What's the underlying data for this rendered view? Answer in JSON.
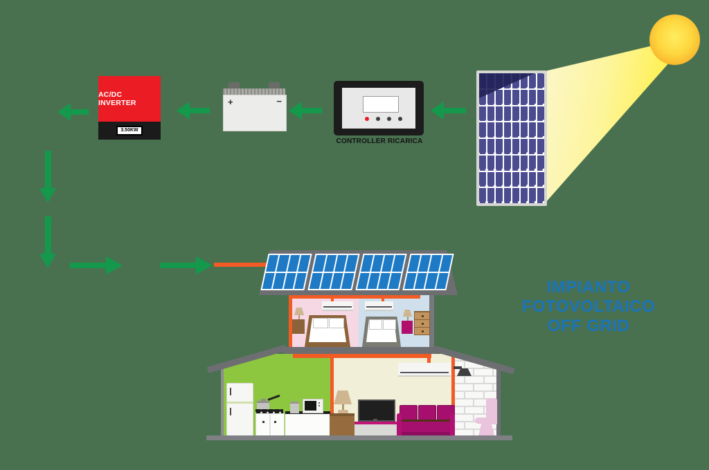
{
  "scene": {
    "background": "#497150",
    "title_line1": "IMPIANTO FOTOVOLTAICO",
    "title_line2": "OFF GRID"
  },
  "inverter": {
    "label": "AC/DC INVERTER",
    "power": "3.50KW"
  },
  "battery": {
    "plus": "+",
    "minus": "−"
  },
  "controller": {
    "caption": "CONTROLLER RICARICA"
  },
  "solar_panel": {
    "rows": 8,
    "cols": 8
  },
  "roof_array": {
    "modules": 4,
    "rows": 2,
    "cols": 4
  },
  "bathroom": {
    "brick_rows": 11,
    "bricks_per_row": 4
  },
  "colors": {
    "background": "#497150",
    "arrow_green": "#14994c",
    "wire_orange": "#f25b24",
    "panel_cell_blue": "#4b4b8f",
    "roof_cell_blue": "#1e7ac4",
    "structure_gray": "#6d6e71",
    "title_blue": "#1b75bc",
    "inverter_red": "#ec1c24"
  }
}
